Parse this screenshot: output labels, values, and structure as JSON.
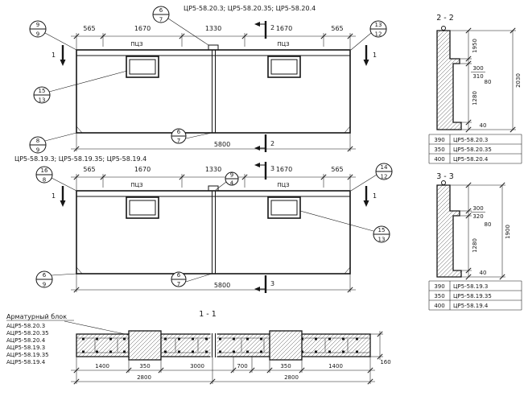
{
  "panel_top": {
    "title": "ЦР5-58.20.3; ЦР5-58.20.35; ЦР5-58.20.4",
    "dims": [
      "565",
      "1670",
      "1330",
      "1670",
      "565"
    ],
    "total": "5800",
    "lintel_left": "ПЦЗ",
    "lintel_right": "ПЦЗ",
    "callout_top_left": [
      "9",
      "9"
    ],
    "callout_top_center": [
      "6",
      "7"
    ],
    "callout_right": [
      "13",
      "12"
    ],
    "callout_window": [
      "15",
      "13"
    ],
    "callout_bottom_left": [
      "8",
      "9"
    ],
    "callout_bottom_center": [
      "6",
      "7"
    ]
  },
  "panel_bottom": {
    "title": "ЦР5-58.19.3; ЦР5-58.19.35; ЦР5-58.19.4",
    "dims": [
      "565",
      "1670",
      "1330",
      "1670",
      "565"
    ],
    "total": "5800",
    "lintel_left": "ПЦЗ",
    "lintel_right": "ПЦЗ",
    "callout_top_left": [
      "16",
      "8"
    ],
    "callout_top_center": [
      "9",
      "4"
    ],
    "callout_right": [
      "14",
      "12"
    ],
    "callout_window": [
      "15",
      "13"
    ],
    "callout_bottom_left": [
      "6",
      "9"
    ],
    "callout_bottom_center": [
      "6",
      "7"
    ]
  },
  "section_labels": {
    "s1": "1",
    "s2": "2",
    "s3": "3"
  },
  "section_2_2": {
    "title": "2 - 2",
    "dim_1950": "1950",
    "dim_300": "300",
    "dim_310": "310",
    "dim_80": "80",
    "dim_1280": "1280",
    "dim_40": "40",
    "dim_2030": "2030",
    "table": [
      {
        "width": "390",
        "mark": "ЦР5-58.20.3"
      },
      {
        "width": "350",
        "mark": "ЦР5-58.20.35"
      },
      {
        "width": "400",
        "mark": "ЦР5-58.20.4"
      }
    ]
  },
  "section_3_3": {
    "title": "3 - 3",
    "dim_300": "300",
    "dim_320": "320",
    "dim_80": "80",
    "dim_1280": "1280",
    "dim_40": "40",
    "dim_1900": "1900",
    "table": [
      {
        "width": "390",
        "mark": "ЦР5-58.19.3"
      },
      {
        "width": "350",
        "mark": "ЦР5-58.19.35"
      },
      {
        "width": "400",
        "mark": "ЦР5-58.19.4"
      }
    ]
  },
  "section_1_1": {
    "title": "1 - 1",
    "legend_title": "Арматурный блок",
    "legend_items": [
      "АЦР5-58.20.3",
      "АЦР5-58.20.35",
      "АЦР5-58.20.4",
      "АЦР5-58.19.3",
      "АЦР5-58.19.35",
      "АЦР5-58.19.4"
    ],
    "dims_row1": [
      "1400",
      "350",
      "3000",
      "700",
      "350",
      "1400"
    ],
    "dim_end": "160",
    "dims_row2": [
      "2800",
      "2800"
    ]
  }
}
